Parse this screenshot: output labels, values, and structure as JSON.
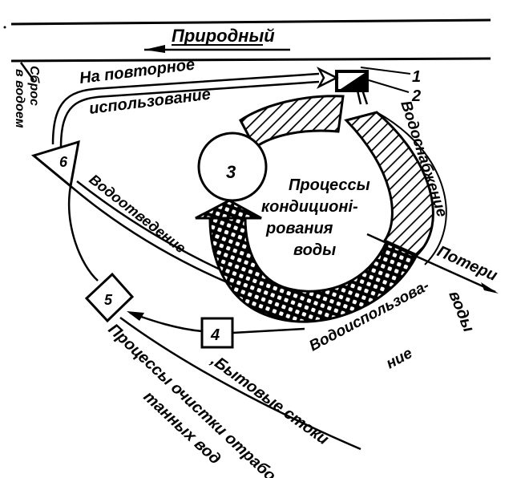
{
  "diagram": {
    "title_label": "Природный",
    "labels": {
      "reuse_line1": "На повторное",
      "reuse_line2": "использование",
      "discharge_line1": "Сброс",
      "discharge_line2": "в водоем",
      "water_supply": "Водоснабжение",
      "water_disposal": "Водоотведение",
      "center_line1": "Процессы",
      "center_line2": "кондиционі-",
      "center_line3": "рования",
      "center_line4": "воды",
      "losses_line1": "Потери",
      "losses_line2": "воды",
      "water_use_line1": "Водоиспользова-",
      "water_use_line2": "ние",
      "household_runoff": ",Бытовые стоки",
      "treatment_line1": "Процессы очистки отрабо-",
      "treatment_line2": "танных вод"
    },
    "nodes": {
      "n1": "1",
      "n2": "2",
      "n3": "3",
      "n4": "4",
      "n5": "5",
      "n6": "6"
    },
    "colors": {
      "ink": "#000000",
      "paper": "#ffffff"
    }
  }
}
